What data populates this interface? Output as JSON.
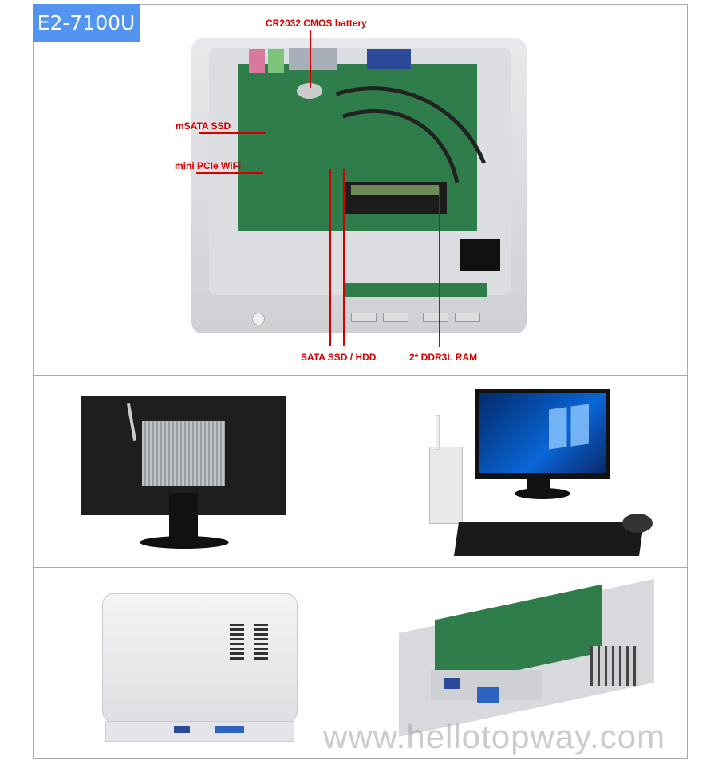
{
  "model_badge": "E2-7100U",
  "annotations": {
    "battery": "CR2032 CMOS battery",
    "msata": "mSATA SSD",
    "wifi": "mini PCIe WiFi",
    "sata": "SATA SSD / HDD",
    "ram": "2* DDR3L RAM"
  },
  "watermark": "www.hellotopway.com",
  "colors": {
    "badge": "#5294f0",
    "annotation": "#d40000"
  }
}
